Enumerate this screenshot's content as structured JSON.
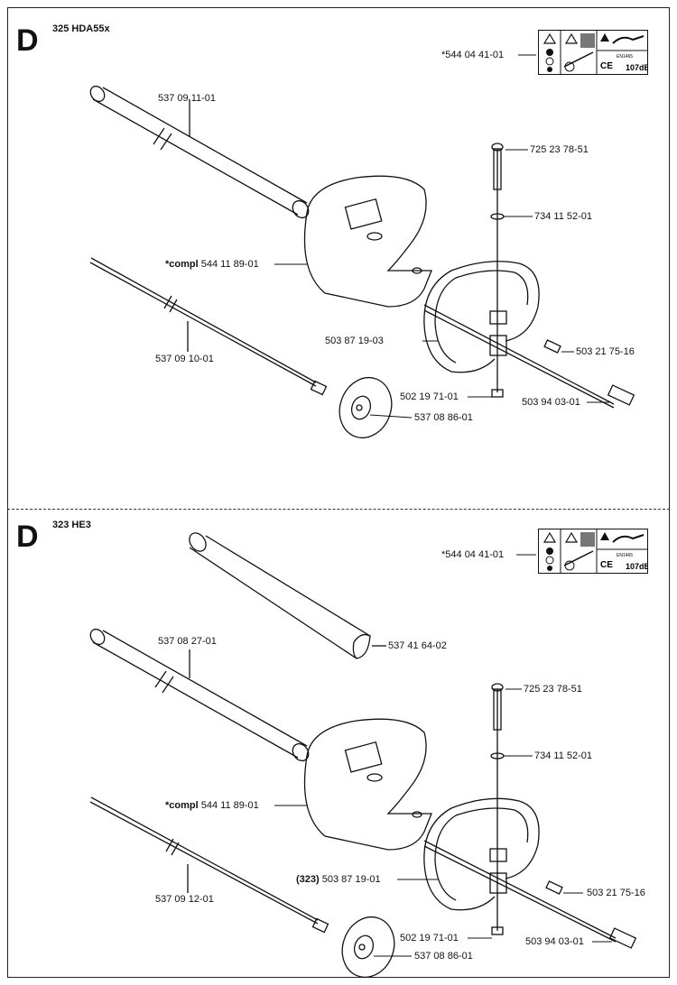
{
  "sections": [
    {
      "letter": "D",
      "model": "325 HDA55x",
      "parts": {
        "decal": "*544 04 41-01",
        "shaft_tube": "537 09 11-01",
        "drive_shaft": "537 09 10-01",
        "guard_prefix": "*compl",
        "guard": "544 11 89-01",
        "handle": "503 87 19-03",
        "screw": "725 23 78-51",
        "washer": "734 11 52-01",
        "bolt": "503 21 75-16",
        "nut": "502 19 71-01",
        "clip": "503 94 03-01",
        "cover": "537 08 86-01"
      }
    },
    {
      "letter": "D",
      "model": "323 HE3",
      "parts": {
        "decal": "*544 04 41-01",
        "shaft_cover": "537 41 64-02",
        "shaft_tube": "537 08 27-01",
        "drive_shaft": "537 09 12-01",
        "guard_prefix": "*compl",
        "guard": "544 11 89-01",
        "handle_prefix": "(323)",
        "handle": "503 87 19-01",
        "screw": "725 23 78-51",
        "washer": "734 11 52-01",
        "bolt": "503 21 75-16",
        "nut": "502 19 71-01",
        "clip": "503 94 03-01",
        "cover": "537 08 86-01"
      }
    }
  ],
  "decal_text": {
    "standard": "EN1465",
    "mark": "CE",
    "sound": "107dB"
  },
  "icons": [
    "warning-triangle-icon",
    "hedge-trimmer-icon",
    "ear-protection-icon",
    "eye-protection-icon",
    "gloves-icon"
  ]
}
